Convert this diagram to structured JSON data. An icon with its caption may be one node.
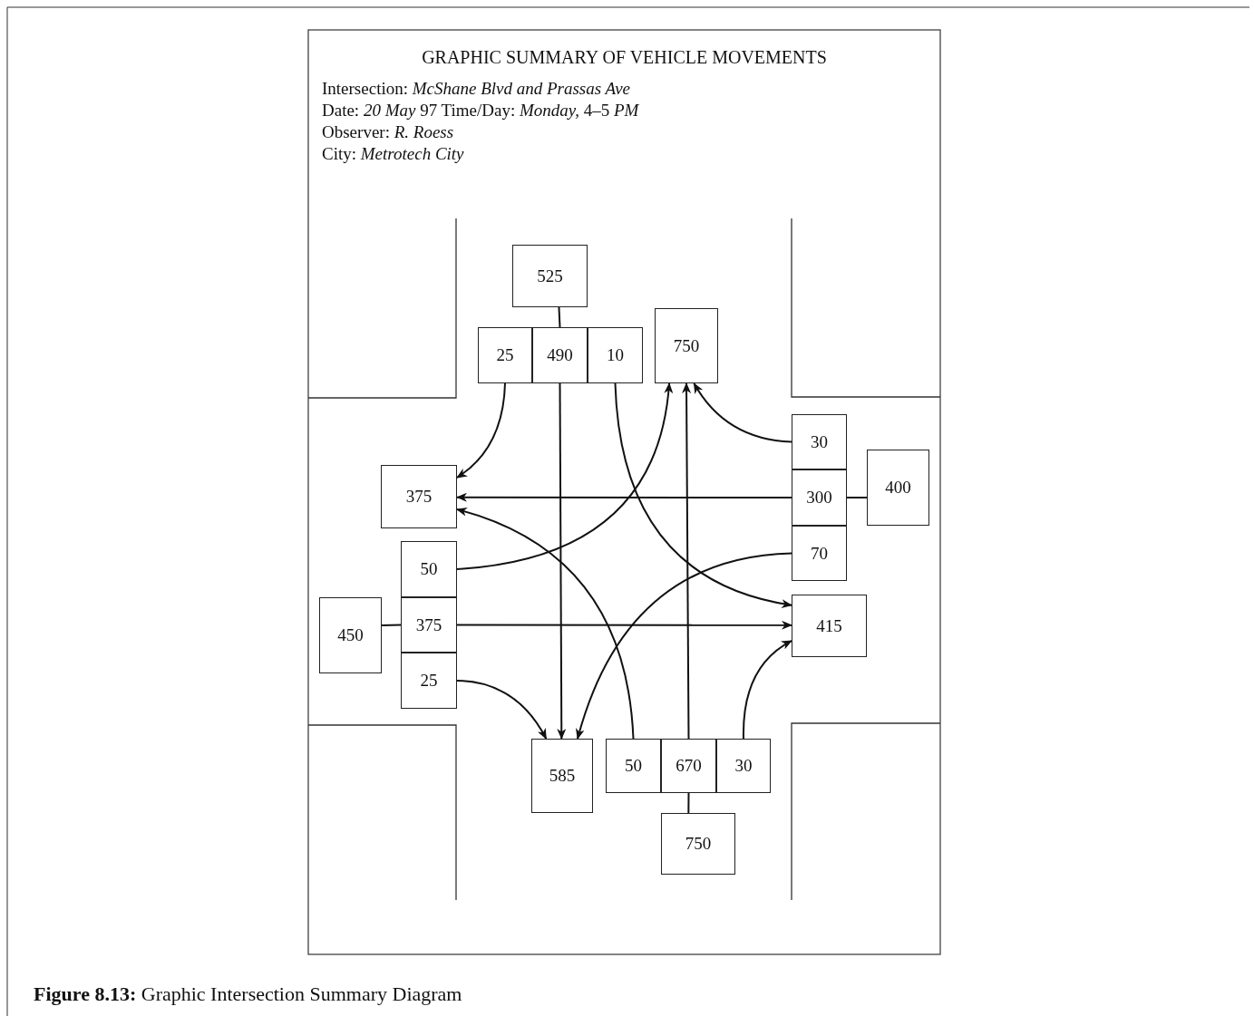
{
  "diagram": {
    "title": "GRAPHIC SUMMARY OF VEHICLE MOVEMENTS",
    "caption": "**Figure 8.13:** Graphic Intersection Summary Diagram",
    "nodes": [
      {
        "text": [
          "525"
        ]
      },
      {
        "text": [
          "25"
        ]
      },
      {
        "text": [
          "490"
        ]
      },
      {
        "text": [
          "10"
        ]
      },
      {
        "text": [
          "750"
        ]
      },
      {
        "text": [
          "30"
        ]
      },
      {
        "text": [
          "300"
        ]
      },
      {
        "text": [
          "70"
        ]
      },
      {
        "text": [
          "400"
        ]
      },
      {
        "text": [
          "375"
        ]
      },
      {
        "text": [
          "50"
        ]
      },
      {
        "text": [
          "375"
        ]
      },
      {
        "text": [
          "25"
        ]
      },
      {
        "text": [
          "450"
        ]
      },
      {
        "text": [
          "415"
        ]
      },
      {
        "text": [
          "585"
        ]
      },
      {
        "text": [
          "50"
        ]
      },
      {
        "text": [
          "670"
        ]
      },
      {
        "text": [
          "30"
        ]
      },
      {
        "text": [
          "750"
        ]
      }
    ],
    "edges": [
      {
        "from": 0,
        "to": 2,
        "arrow": "none"
      },
      {
        "from": 8,
        "to": 6,
        "arrow": "none"
      },
      {
        "from": 13,
        "to": 11,
        "arrow": "none"
      },
      {
        "from": 19,
        "to": 17,
        "arrow": "none"
      },
      {
        "from": 1,
        "to": 9,
        "arrow": "to"
      },
      {
        "from": 2,
        "to": 15,
        "arrow": "to"
      },
      {
        "from": 3,
        "to": 14,
        "arrow": "to"
      },
      {
        "from": 5,
        "to": 4,
        "arrow": "to"
      },
      {
        "from": 6,
        "to": 9,
        "arrow": "to"
      },
      {
        "from": 7,
        "to": 15,
        "arrow": "to"
      },
      {
        "from": 10,
        "to": 4,
        "arrow": "to"
      },
      {
        "from": 11,
        "to": 14,
        "arrow": "to"
      },
      {
        "from": 12,
        "to": 15,
        "arrow": "to"
      },
      {
        "from": 16,
        "to": 9,
        "arrow": "to"
      },
      {
        "from": 17,
        "to": 4,
        "arrow": "to"
      },
      {
        "from": 18,
        "to": 14,
        "arrow": "to"
      }
    ],
    "labels": [
      "Intersection: *McShane Blvd and Prassas Ave*",
      "Date: *20 May* 97 Time/Day: *Monday,* 4–5 *PM*",
      "Observer: *R. Roess*",
      "City: *Metrotech City*"
    ]
  }
}
